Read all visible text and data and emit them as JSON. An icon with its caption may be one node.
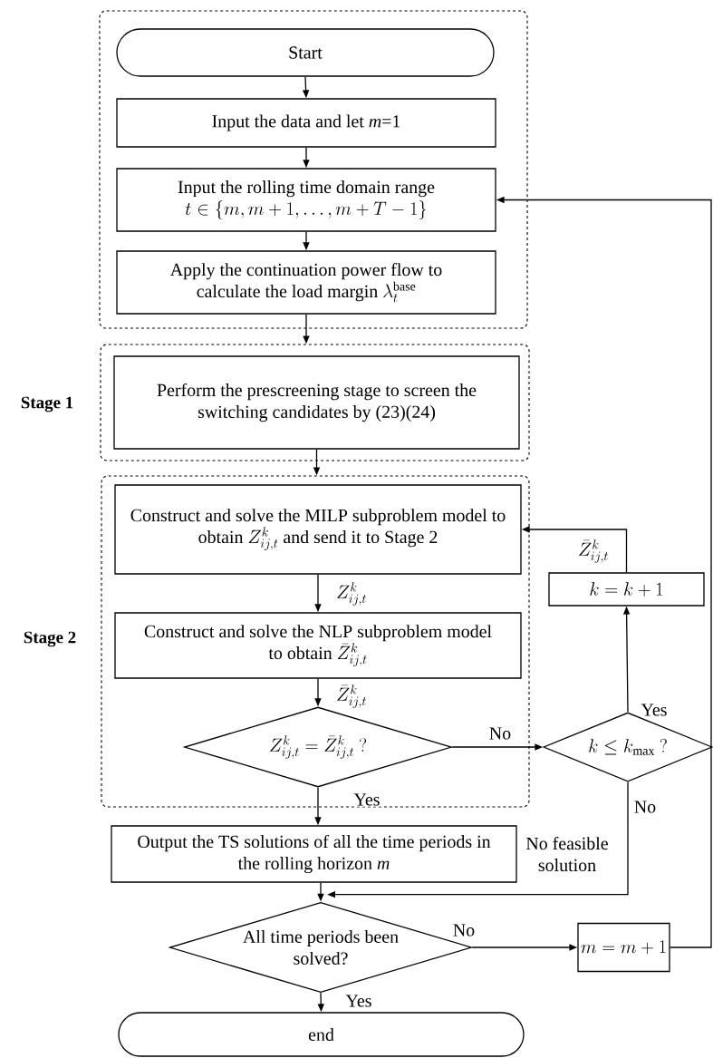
{
  "diagram": {
    "nodes": [
      {
        "text": [],
        "shape": "box"
      },
      {
        "text": [
          "Start"
        ],
        "in": 0
      },
      {
        "text": [
          "Input the data and let *m*=1"
        ],
        "in": 0
      },
      {
        "text": [
          "Input the rolling time domain range",
          "t\\in\\left\\{m,m+1,\\ldots,m+T-1\\right\\}"
        ],
        "in": 0
      },
      {
        "text": [
          "Apply the continuation power flow to calculate the load margin",
          "\\lambda_t^{\\mathrm{base}}"
        ],
        "in": 0
      },
      {
        "text": [
          "Stage 1"
        ]
      },
      {
        "text": [
          "Perform the prescreening stage to screen the switching candidates by (23)(24)"
        ],
        "in": 5
      },
      {
        "text": [
          "Stage 2"
        ]
      },
      {
        "text": [
          "Construct and solve the MILP subproblem model to obtain",
          "Z_{ij,t}^{k}",
          "and send it to Stage 2"
        ],
        "in": 7
      },
      {
        "text": [
          "Construct and solve the NLP subproblem model to obtain",
          "\\bar{Z}_{ij,t}^{k}"
        ],
        "in": 7
      },
      {
        "text": [
          "Z_{ij,t}^{k}=\\bar{Z}_{ij,t}^{k}\\ ?"
        ],
        "in": 7
      },
      {
        "text": [
          "k=k+1"
        ]
      },
      {
        "text": [
          "k\\le k_{\\max}\\ ?"
        ]
      },
      {
        "text": [
          "Output the TS solutions of all the time periods in the rolling horizon *m*"
        ]
      },
      {
        "text": [
          "All time periods been solved?"
        ]
      },
      {
        "text": [
          "m=m+1"
        ]
      },
      {
        "text": [
          "end"
        ]
      }
    ],
    "edges": [
      {
        "from": 1,
        "to": 2,
        "arrow": "to"
      },
      {
        "from": 2,
        "to": 3,
        "arrow": "to"
      },
      {
        "from": 3,
        "to": 4,
        "arrow": "to"
      },
      {
        "from": 4,
        "to": 5,
        "arrow": "to"
      },
      {
        "from": 6,
        "to": 7,
        "arrow": "to"
      },
      {
        "from": 8,
        "to": 9,
        "arrow": "to",
        "label": "Z_{ij,t}^{k}"
      },
      {
        "from": 9,
        "to": 10,
        "arrow": "to",
        "label": "\\bar{Z}_{ij,t}^{k}"
      },
      {
        "from": 10,
        "to": 13,
        "arrow": "to",
        "label": "Yes"
      },
      {
        "from": 10,
        "to": 12,
        "arrow": "to",
        "label": "No"
      },
      {
        "from": 12,
        "to": 11,
        "arrow": "to",
        "label": "Yes"
      },
      {
        "from": 11,
        "to": 8,
        "arrow": "to",
        "label": "\\bar{Z}_{ij,t}^{k}"
      },
      {
        "from": 12,
        "to": 14,
        "arrow": "to",
        "label": "No"
      },
      {
        "from": 13,
        "to": 14,
        "arrow": "to"
      },
      {
        "from": 14,
        "to": 15,
        "arrow": "to",
        "label": "No"
      },
      {
        "from": 14,
        "to": 16,
        "arrow": "to",
        "label": "Yes"
      },
      {
        "from": 15,
        "to": 3,
        "arrow": "to"
      }
    ],
    "labels": [
      "No feasible solution"
    ]
  }
}
